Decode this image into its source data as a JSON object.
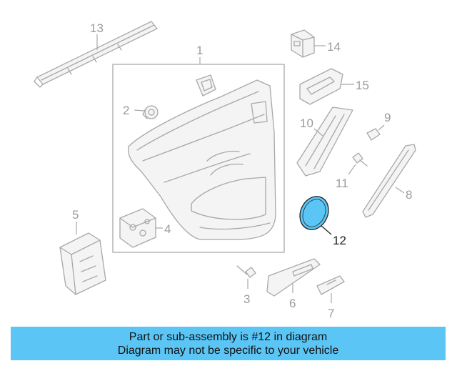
{
  "diagram": {
    "callouts": {
      "c1": "1",
      "c2": "2",
      "c3": "3",
      "c4": "4",
      "c5": "5",
      "c6": "6",
      "c7": "7",
      "c8": "8",
      "c9": "9",
      "c10": "10",
      "c11": "11",
      "c12": "12",
      "c13": "13",
      "c14": "14",
      "c15": "15"
    },
    "highlighted_part": "12",
    "highlight_color": "#5bc6f5"
  },
  "banner": {
    "line1": "Part or sub-assembly is #12 in diagram",
    "line2": "Diagram may not be specific to your vehicle",
    "background": "#5bc6f5"
  }
}
